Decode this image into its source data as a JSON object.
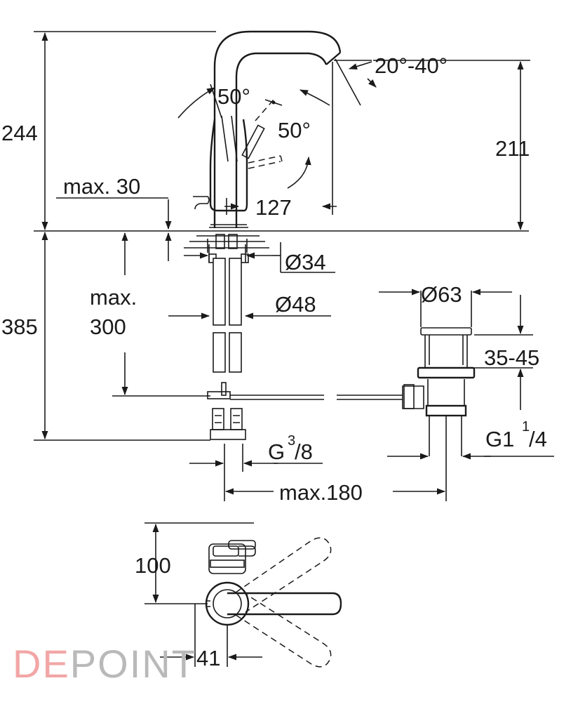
{
  "diagram": {
    "dimensions": {
      "height_total": "244",
      "spout_angle": "20°-40°",
      "lever_angle_a": "50°",
      "lever_angle_b": "50°",
      "spout_height": "211",
      "deck_max": "max. 30",
      "reach": "127",
      "hole_small": "Ø34",
      "hole_large": "Ø48",
      "below_deck": "385",
      "hose_max_line1": "max.",
      "hose_max_line2": "300",
      "waste_dia": "Ø63",
      "waste_range": "35-45",
      "connection_main": "G",
      "connection_sup": "3",
      "connection_sub": "/8",
      "waste_thread_main": "G1",
      "waste_thread_sup": "1",
      "waste_thread_sub": "/4",
      "waste_reach": "max.180",
      "plan_depth": "100",
      "plan_offset": "41"
    }
  },
  "watermark": {
    "part1": "DE",
    "part2": "POINT",
    "color1": "#f2a6a6",
    "color2": "#b9b9b9"
  }
}
